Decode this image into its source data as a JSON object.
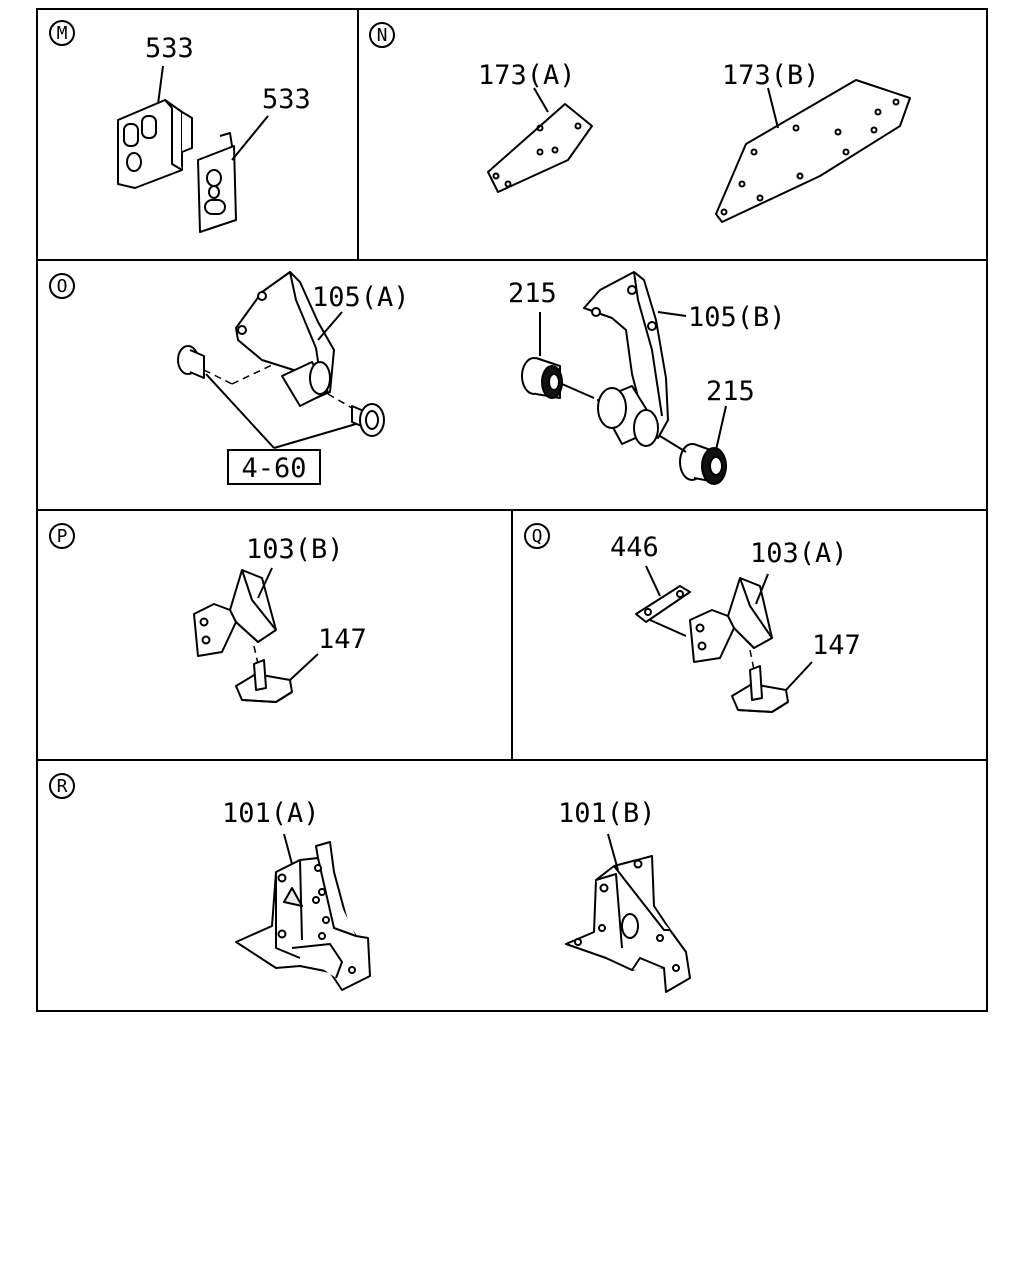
{
  "panels": {
    "m": {
      "marker": "M",
      "label_a": "533",
      "label_b": "533"
    },
    "n": {
      "marker": "N",
      "label_a": "173(A)",
      "label_b": "173(B)"
    },
    "o": {
      "marker": "O",
      "label_a": "105(A)",
      "label_b": "105(B)",
      "label_c": "215",
      "label_d": "215",
      "ref": "4-60"
    },
    "p": {
      "marker": "P",
      "label_a": "103(B)",
      "label_b": "147"
    },
    "q": {
      "marker": "Q",
      "label_a": "446",
      "label_b": "103(A)",
      "label_c": "147"
    },
    "r": {
      "marker": "R",
      "label_a": "101(A)",
      "label_b": "101(B)"
    }
  }
}
